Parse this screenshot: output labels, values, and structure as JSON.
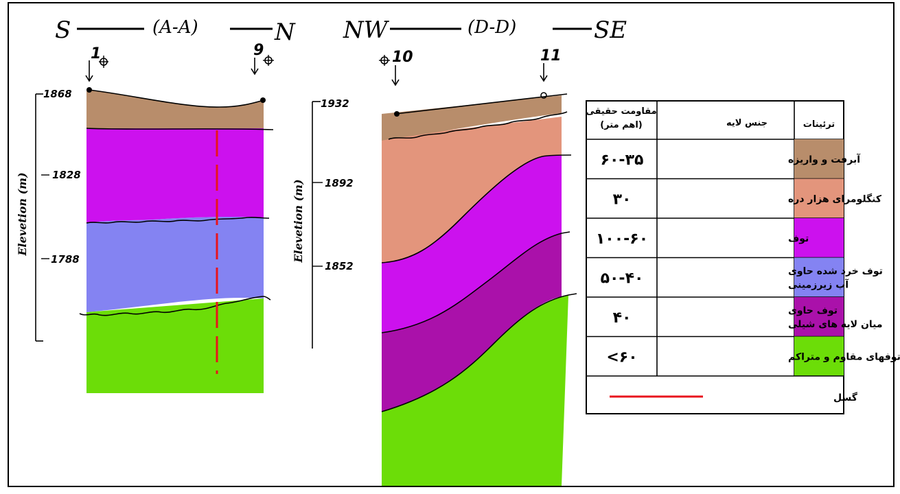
{
  "section_aa": {
    "left": "S",
    "label": "(A-A)",
    "right": "N",
    "wells": [
      {
        "id": "1",
        "elevation": "1868"
      },
      {
        "id": "9",
        "elevation": ""
      }
    ],
    "axis_title": "Elevetion (m)",
    "ticks": [
      "1868",
      "1828",
      "1788"
    ]
  },
  "section_dd": {
    "left": "NW",
    "label": "(D-D)",
    "right": "SE",
    "wells": [
      {
        "id": "10"
      },
      {
        "id": "11"
      }
    ],
    "axis_title": "Elevetion (m)",
    "ticks": [
      "1932",
      "1892",
      "1852"
    ]
  },
  "legend": {
    "head_symbol": "ترئینات",
    "head_name": "جنس لایه",
    "head_res_line1": "مقاومت حقیقی",
    "head_res_line2": "(اهم متر)",
    "rows": [
      {
        "color": "#b88d6b",
        "name": [
          "آبرفت و واریزه"
        ],
        "resistivity": "۶۰-۳۵"
      },
      {
        "color": "#e3957c",
        "name": [
          "کنگلومرای هزار دره"
        ],
        "resistivity": "۳۰"
      },
      {
        "color": "#cc11ee",
        "name": [
          "توف"
        ],
        "resistivity": "۱۰۰-۶۰"
      },
      {
        "color": "#8483f2",
        "name": [
          "توف خرد شده حاوی",
          "آب زیرزمینی"
        ],
        "resistivity": "۵۰-۴۰"
      },
      {
        "color": "#aa11aa",
        "name": [
          "توف حاوی",
          "میان لایه های شیلی"
        ],
        "resistivity": "۴۰"
      },
      {
        "color": "#6cdd08",
        "name": [
          "توفهای مقاوم و متراکم"
        ],
        "resistivity": "<۶۰"
      }
    ],
    "fault_label": "گسل",
    "fault_color": "#e8141c"
  }
}
